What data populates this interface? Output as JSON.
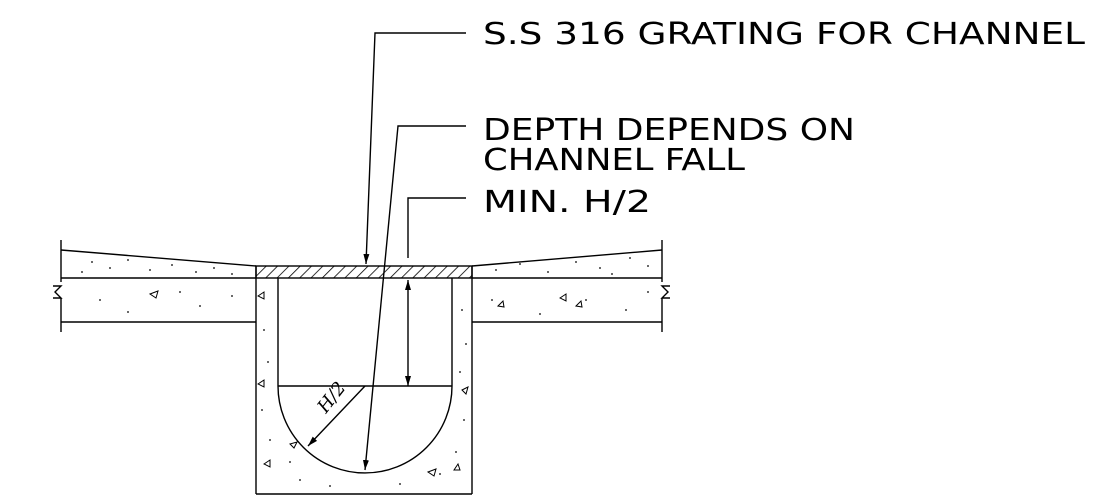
{
  "labels": {
    "grating": "S.S 316 GRATING FOR CHANNEL",
    "depth_line1": "DEPTH DEPENDS ON",
    "depth_line2": "CHANNEL FALL",
    "min_half": "MIN. H/2",
    "radius": "H/2"
  }
}
